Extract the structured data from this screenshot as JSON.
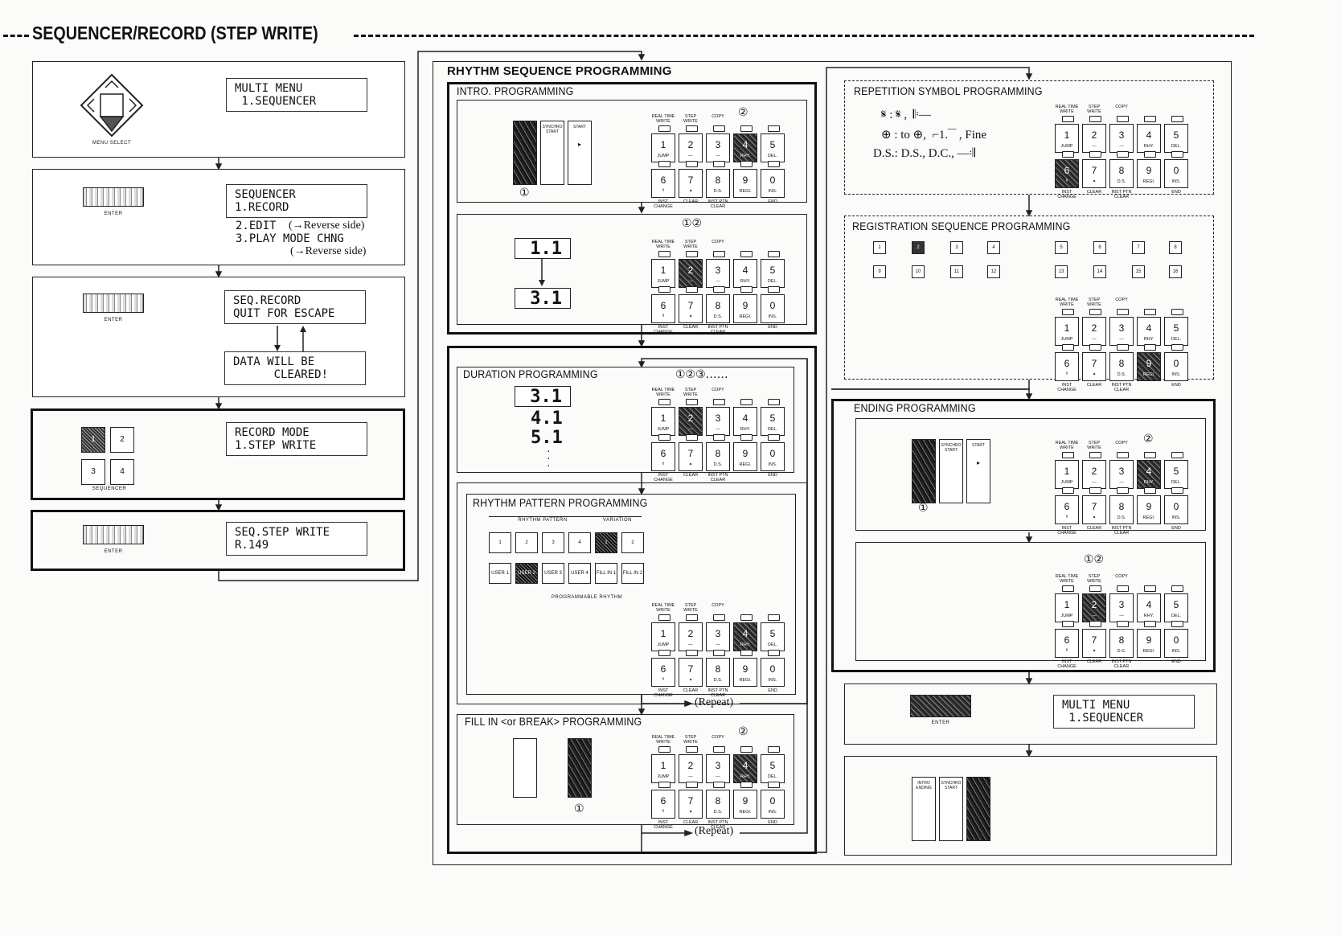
{
  "title": "SEQUENCER/RECORD (STEP WRITE)",
  "left_flow": {
    "steps": [
      {
        "lcd": "MULTI MENU\n 1.SEQUENCER",
        "caption": "MENU SELECT"
      },
      {
        "lcd": "SEQUENCER\n1.RECORD",
        "extra": "2.EDIT",
        "extra_note": "(→Reverse side)",
        "extra2": "3.PLAY MODE CHNG",
        "extra2_note": "(→Reverse side)",
        "caption": "ENTER"
      },
      {
        "lcd": "SEQ.RECORD\nQUIT FOR ESCAPE",
        "lcd2": "DATA WILL BE\n      CLEARED!",
        "caption": "ENTER"
      },
      {
        "lcd": "RECORD MODE\n1.STEP WRITE",
        "caption": "SEQUENCER",
        "keys": [
          "1",
          "2",
          "3",
          "4"
        ]
      },
      {
        "lcd": "SEQ.STEP WRITE\nR.149",
        "caption": "ENTER"
      }
    ]
  },
  "rhythm_section": {
    "title": "RHYTHM SEQUENCE PROGRAMMING",
    "intro_title": "INTRO. PROGRAMMING",
    "duration_title": "DURATION PROGRAMMING",
    "duration_values": [
      "3.1",
      "4.1",
      "5.1"
    ],
    "pattern_title": "RHYTHM PATTERN PROGRAMMING",
    "pattern_header_left": "RHYTHM PATTERN",
    "pattern_header_right": "VARIATION",
    "pattern_top_keys": [
      "1",
      "2",
      "3",
      "4",
      "1",
      "2"
    ],
    "pattern_bottom_keys": [
      "USER 1",
      "USER 2",
      "USER 3",
      "USER 4",
      "FILL IN 1",
      "FILL IN 2"
    ],
    "pattern_caption": "PROGRAMMABLE RHYTHM",
    "fill_title": "FILL IN <or BREAK> PROGRAMMING",
    "repeat_label": "(Repeat)",
    "intro_lcd_from": "1.1",
    "intro_lcd_to": "3.1"
  },
  "repetition": {
    "title": "REPETITION SYMBOL PROGRAMMING",
    "line1": "𝄋 : 𝄋 ,  𝄆—",
    "line2": "⊕ : to ⊕,  ⌐1.‾‾ , Fine",
    "line3": "D.S.: D.S., D.C., —𝄇"
  },
  "registration": {
    "title": "REGISTRATION SEQUENCE PROGRAMMING",
    "keys_row1": [
      "1",
      "2",
      "3",
      "4",
      "5",
      "6",
      "7",
      "8"
    ],
    "keys_row2": [
      "9",
      "10",
      "11",
      "12",
      "13",
      "14",
      "15",
      "16"
    ]
  },
  "ending": {
    "title": "ENDING PROGRAMMING",
    "final_lcd": "MULTI MENU\n 1.SEQUENCER",
    "enter_caption": "ENTER",
    "tall_buttons": [
      "INTRO ENDING",
      "SYNCHRO START",
      "START"
    ]
  },
  "keypad": {
    "top_labels": [
      "REAL TIME WRITE",
      "STEP WRITE",
      "COPY",
      "",
      ""
    ],
    "row1": [
      {
        "n": "1",
        "s": "JUMP"
      },
      {
        "n": "2",
        "s": "—"
      },
      {
        "n": "3",
        "s": "—"
      },
      {
        "n": "4",
        "s": "RHY."
      },
      {
        "n": "5",
        "s": "DEL."
      }
    ],
    "row2": [
      {
        "n": "6",
        "s": "𝄋"
      },
      {
        "n": "7",
        "s": "✦"
      },
      {
        "n": "8",
        "s": "D.S."
      },
      {
        "n": "9",
        "s": "REGI."
      },
      {
        "n": "0",
        "s": "INS."
      }
    ],
    "bottom_labels": [
      "INST CHANGE",
      "CLEAR",
      "INST PTN CLEAR",
      "",
      "END"
    ]
  },
  "marks": {
    "c1": "①",
    "c2": "②",
    "c12": "①②",
    "c123": "①②③……"
  }
}
